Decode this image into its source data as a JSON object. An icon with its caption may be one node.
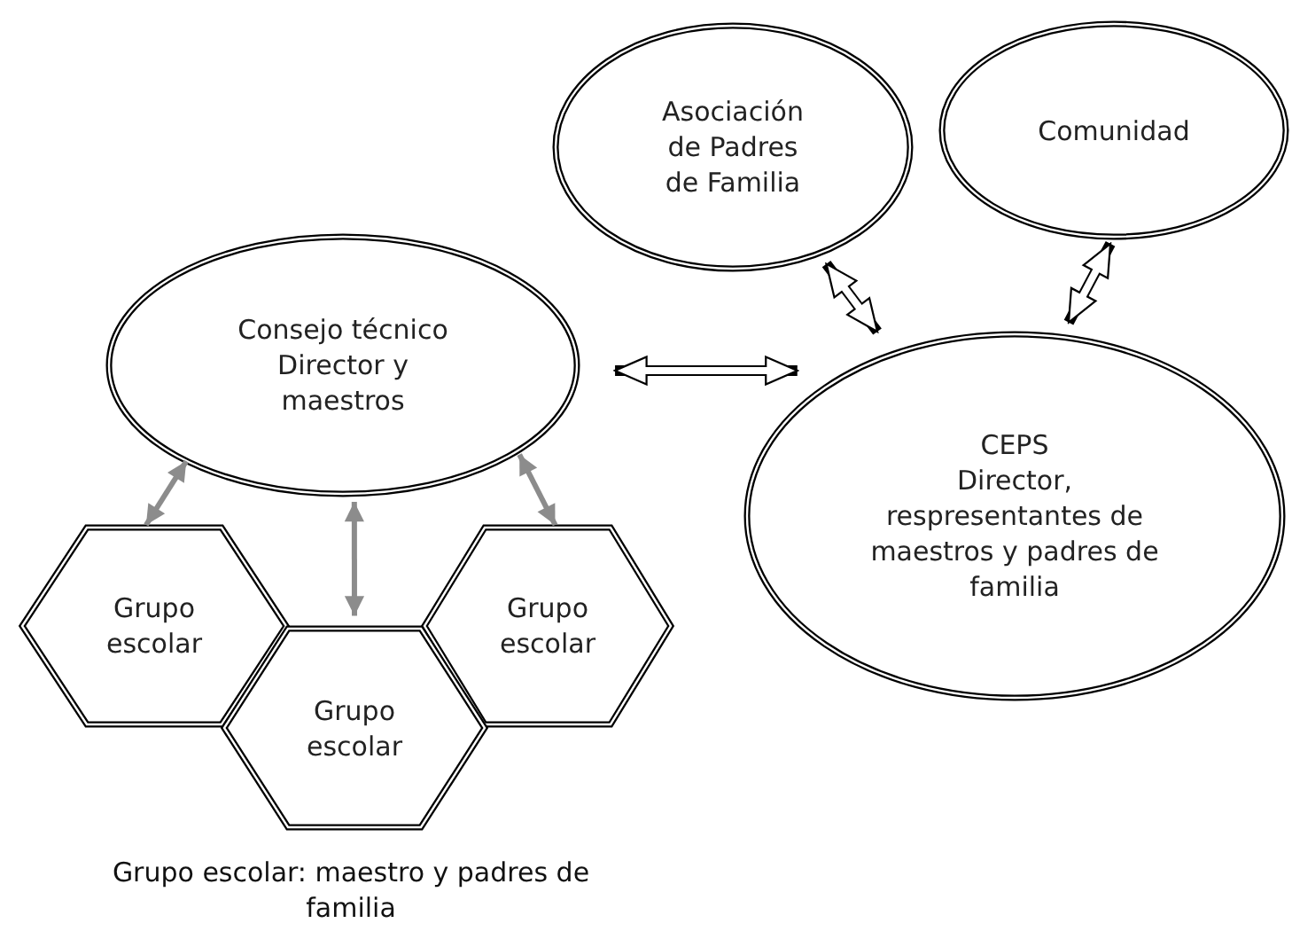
{
  "diagram": {
    "nodes": [
      {
        "text": [
          "Asociación de Padres de Familia"
        ]
      },
      {
        "text": [
          "Comunidad"
        ]
      },
      {
        "text": [
          "Consejo técnico Director y maestros"
        ]
      },
      {
        "text": [
          "CEPS",
          "Director, respresentantes de maestros y padres de familia"
        ]
      },
      {
        "text": [
          "Grupo escolar"
        ]
      },
      {
        "text": [
          "Grupo escolar"
        ]
      },
      {
        "text": [
          "Grupo escolar"
        ]
      }
    ],
    "edges": [
      {
        "from": 2,
        "to": 3,
        "arrow": "both",
        "style": "thick"
      },
      {
        "from": 0,
        "to": 3,
        "arrow": "both",
        "style": "thick"
      },
      {
        "from": 1,
        "to": 3,
        "arrow": "both",
        "style": "thick"
      },
      {
        "from": 2,
        "to": 4,
        "arrow": "both",
        "color": "#8c8c8c"
      },
      {
        "from": 2,
        "to": 6,
        "arrow": "both",
        "color": "#8c8c8c"
      },
      {
        "from": 2,
        "to": 5,
        "arrow": "both",
        "color": "#8c8c8c"
      }
    ],
    "labels": [
      "Grupo escolar: maestro y padres de familia"
    ]
  }
}
